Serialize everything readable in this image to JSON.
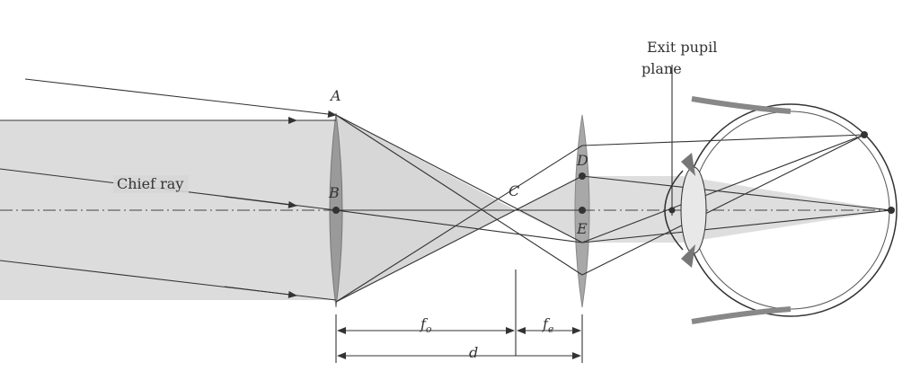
{
  "labels": {
    "exit_pupil_line1": "Exit pupil",
    "exit_pupil_line2": "plane",
    "chief_ray": "Chief ray",
    "point_a": "A",
    "point_b": "B",
    "point_c": "C",
    "point_d": "D",
    "point_e": "E",
    "dim_fo_main": "f",
    "dim_fo_sub": "o",
    "dim_fe_main": "f",
    "dim_fe_sub": "e",
    "dim_d": "d"
  },
  "colors": {
    "background": "#ffffff",
    "beam_fill": "#d6d6d6",
    "lens_fill": "#9a9a9a",
    "line": "#333333",
    "eye_fill": "#8a8a8a"
  }
}
